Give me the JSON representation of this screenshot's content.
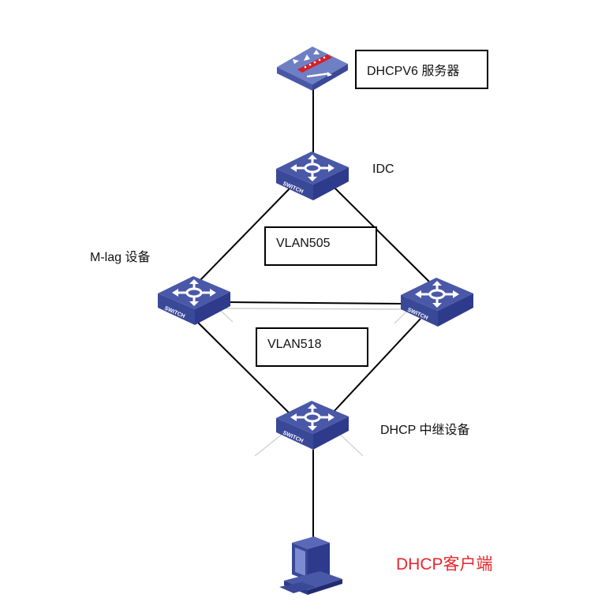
{
  "diagram": {
    "nodes": [
      {
        "id": "dhcpv6-server",
        "kind": "firewall-server",
        "label": "DHCPV6 服务器",
        "label_boxed": true
      },
      {
        "id": "idc-switch",
        "kind": "switch",
        "label": "IDC",
        "icon_text": "SWITCH"
      },
      {
        "id": "mlag-switch-left",
        "kind": "switch",
        "label": "M-lag 设备",
        "icon_text": "SWITCH"
      },
      {
        "id": "mlag-switch-right",
        "kind": "switch",
        "label": "",
        "icon_text": "SWITCH"
      },
      {
        "id": "relay-switch",
        "kind": "switch",
        "label": "DHCP 中继设备",
        "icon_text": "SWITCH"
      },
      {
        "id": "dhcp-client",
        "kind": "pc",
        "label": "DHCP客户端",
        "label_color": "#e8262b"
      }
    ],
    "edges": [
      {
        "from": "dhcpv6-server",
        "to": "idc-switch"
      },
      {
        "from": "idc-switch",
        "to": "mlag-switch-left"
      },
      {
        "from": "idc-switch",
        "to": "mlag-switch-right"
      },
      {
        "from": "mlag-switch-left",
        "to": "mlag-switch-right"
      },
      {
        "from": "mlag-switch-left",
        "to": "relay-switch"
      },
      {
        "from": "mlag-switch-right",
        "to": "relay-switch"
      },
      {
        "from": "relay-switch",
        "to": "dhcp-client"
      }
    ],
    "vlan_labels": [
      {
        "id": "vlan-upper",
        "text": "VLAN505"
      },
      {
        "id": "vlan-lower",
        "text": "VLAN518"
      }
    ]
  },
  "colors": {
    "device_top": "#4a58a8",
    "device_side": "#2e3a8c",
    "line": "#000000",
    "client_label": "#e8262b",
    "server_bar": "#d32027"
  }
}
